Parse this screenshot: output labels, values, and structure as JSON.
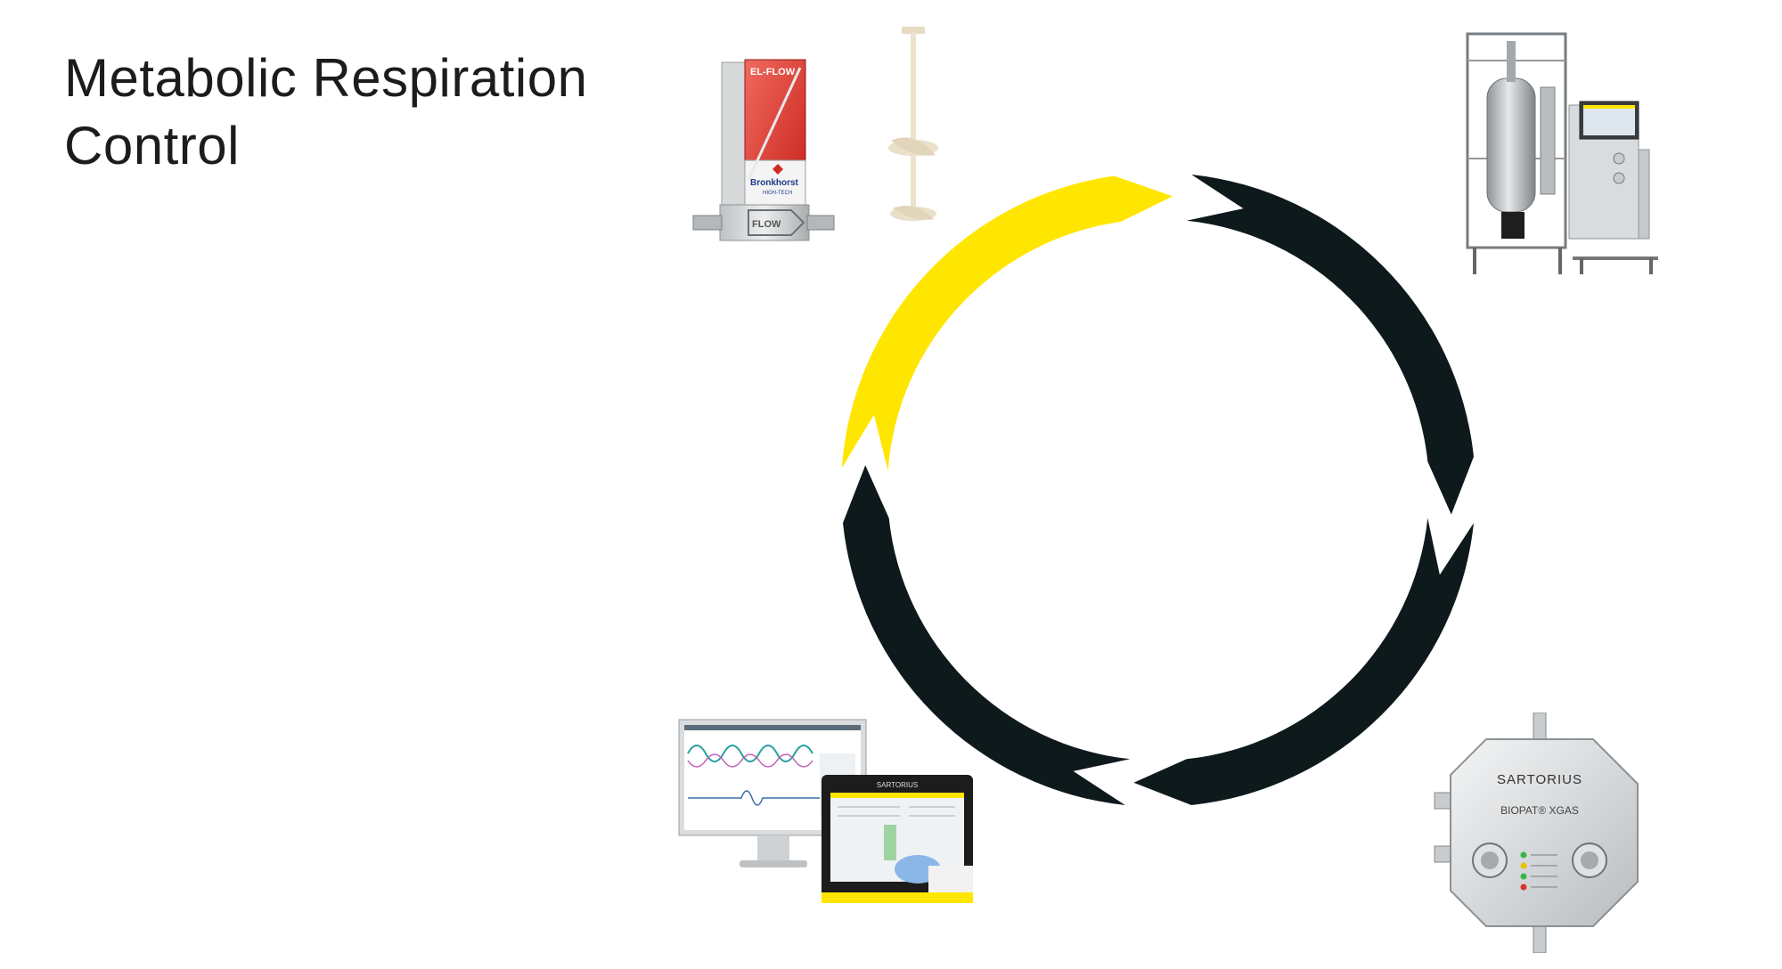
{
  "slide": {
    "title_line1": "Metabolic Respiration",
    "title_line2": "Control"
  },
  "devices": {
    "mass_flow_controller": {
      "brand_label": "EL-FLOW",
      "maker_label": "Bronkhorst",
      "maker_sub_label": "HIGH-TECH",
      "flow_label": "FLOW",
      "icon": "mass-flow-controller"
    },
    "impeller": {
      "icon": "impeller-shaft"
    },
    "bioreactor": {
      "icon": "bioreactor-system"
    },
    "gas_analyzer": {
      "maker_label": "SARTORIUS",
      "product_label": "BIOPAT® XGAS",
      "icon": "off-gas-analyzer"
    },
    "control_software": {
      "maker_label": "SARTORIUS",
      "icon": "control-software-screens"
    }
  },
  "colors": {
    "accent_yellow": "#FFE600",
    "arc_dark": "#0E191C",
    "title_text": "#1C1C1C",
    "background": "#FFFFFF"
  },
  "cycle": {
    "segment_count": 4,
    "highlighted_segment": "top-left"
  }
}
